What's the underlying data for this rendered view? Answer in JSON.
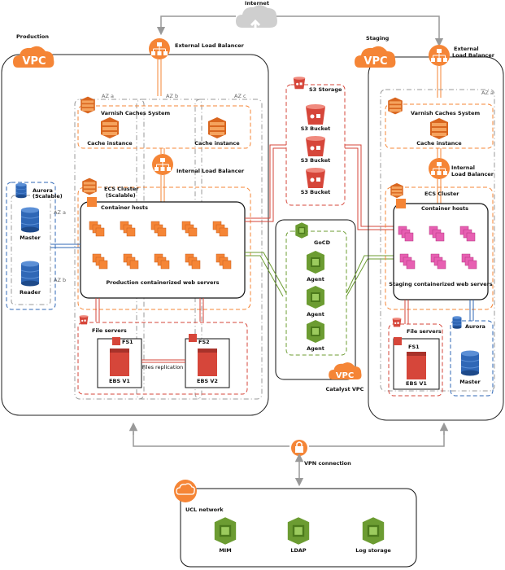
{
  "colors": {
    "orange": "#f58536",
    "orange_dark": "#c75f1d",
    "red": "#d6463a",
    "green": "#6c9c32",
    "blue": "#2f67b6",
    "pink": "#e75fb2",
    "grey": "#9a9a9a"
  },
  "top": {
    "internet": "Internet"
  },
  "production": {
    "title": "Production",
    "vpc": "VPC",
    "elb": "External Load Balancer",
    "az": [
      "AZ a",
      "AZ b",
      "AZ c"
    ],
    "varnish": "Varnish Caches System",
    "cache1": "Cache instance",
    "cache2": "Cache instance",
    "ilb": "Internal Load Balancer",
    "ecs_line1": "ECS Cluster",
    "ecs_line2": "(Scalable)",
    "container_hosts": "Container hosts",
    "containers_label": "Production containerized web servers",
    "aurora_line1": "Aurora",
    "aurora_line2": "(Scalable)",
    "aurora_az": [
      "AZ a",
      "AZ b"
    ],
    "master": "Master",
    "reader": "Reader",
    "file_servers": "File servers",
    "fs1": "FS1",
    "fs2": "FS2",
    "ebs1": "EBS V1",
    "ebs2": "EBS V2",
    "replication": "Files replication"
  },
  "s3": {
    "title": "S3 Storage",
    "buckets": [
      "S3 Bucket",
      "S3 Bucket",
      "S3 Bucket"
    ]
  },
  "catalyst": {
    "gocd": "GoCD",
    "agents": [
      "Agent",
      "Agent",
      "Agent"
    ],
    "vpc": "VPC",
    "title": "Catalyst VPC"
  },
  "staging": {
    "title": "Staging",
    "vpc": "VPC",
    "elb_line1": "External",
    "elb_line2": "Load Balancer",
    "az": "AZ a",
    "varnish": "Varnish Caches System",
    "cache": "Cache instance",
    "ilb_line1": "Internal",
    "ilb_line2": "Load Balancer",
    "ecs": "ECS Cluster",
    "container_hosts": "Container hosts",
    "containers_label": "Staging containerized web servers",
    "file_servers": "File servers",
    "fs1": "FS1",
    "ebs1": "EBS V1",
    "aurora": "Aurora",
    "master": "Master"
  },
  "vpn": {
    "label": "VPN connection"
  },
  "ucl": {
    "title": "UCL network",
    "items": [
      "MIM",
      "LDAP",
      "Log storage"
    ]
  }
}
